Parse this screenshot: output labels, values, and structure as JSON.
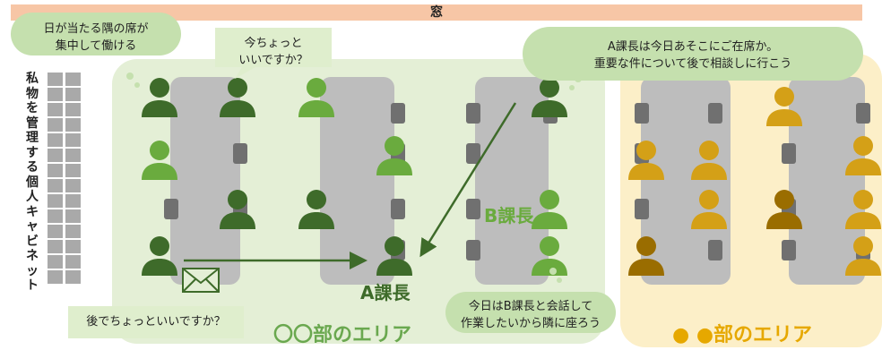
{
  "window_label": "窓",
  "side_label": "私物を管理する個人キャビネット",
  "bubbles": {
    "sunny_seat": [
      "日が当たる隅の席が",
      "集中して働ける"
    ],
    "quick_question": [
      "今ちょっと",
      "いいですか？"
    ],
    "manager_a_present": [
      "A課長は今日あそこにご在席か。",
      "重要な件について後で相談しに行こう"
    ],
    "talk_with_b": [
      "今日はB課長と会話して",
      "作業したいから隣に座ろう"
    ],
    "later_ok": "後でちょっといいですか？"
  },
  "names": {
    "manager_a": "A課長",
    "manager_b": "B課長"
  },
  "areas": {
    "left": "〇〇部のエリア",
    "right": "● ●部のエリア"
  },
  "colors": {
    "dark_green": "#3e6b2a",
    "light_green": "#6aab3e",
    "dark_gold": "#9a6d00",
    "gold": "#d4a017"
  }
}
